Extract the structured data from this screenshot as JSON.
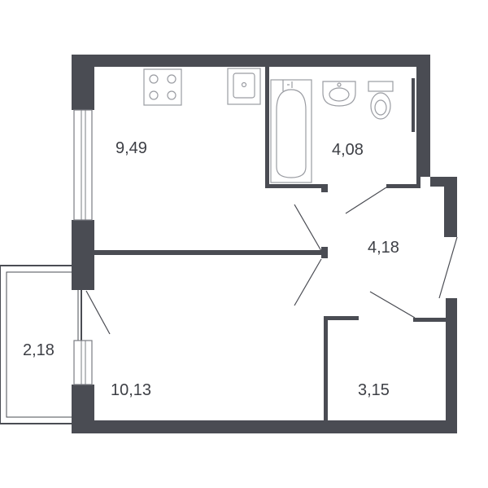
{
  "rooms": [
    {
      "id": "kitchen",
      "area": "9,49"
    },
    {
      "id": "bathroom",
      "area": "4,08"
    },
    {
      "id": "hallway",
      "area": "4,18"
    },
    {
      "id": "balcony",
      "area": "2,18"
    },
    {
      "id": "living-room",
      "area": "10,13"
    },
    {
      "id": "storage",
      "area": "3,15"
    }
  ],
  "colors": {
    "wall": "#4a4c53",
    "fixture": "#9a9ca2",
    "background": "#ffffff"
  },
  "fixture_icons": [
    "stove-icon",
    "kitchen-sink-icon",
    "bathtub-icon",
    "washbasin-icon",
    "toilet-icon"
  ]
}
